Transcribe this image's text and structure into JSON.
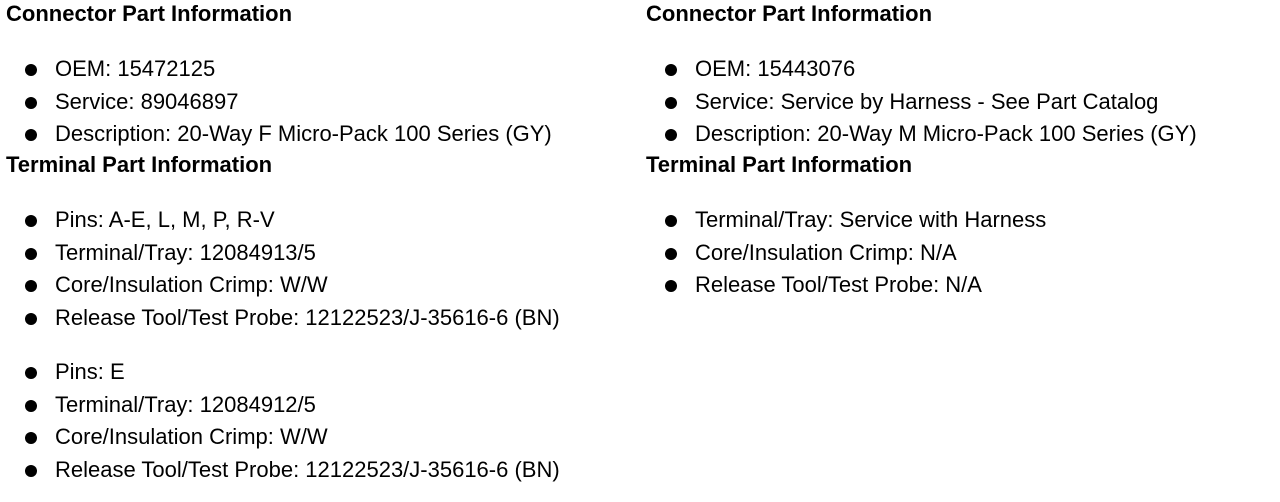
{
  "left": {
    "connector": {
      "heading": "Connector Part Information",
      "items": [
        "OEM: 15472125",
        "Service: 89046897",
        "Description: 20-Way F Micro-Pack 100 Series (GY)"
      ]
    },
    "terminal": {
      "heading": "Terminal Part Information",
      "group1": [
        "Pins: A-E, L, M, P, R-V",
        "Terminal/Tray: 12084913/5",
        "Core/Insulation Crimp: W/W",
        "Release Tool/Test Probe: 12122523/J-35616-6 (BN)"
      ],
      "group2": [
        "Pins: E",
        "Terminal/Tray: 12084912/5",
        "Core/Insulation Crimp: W/W",
        "Release Tool/Test Probe: 12122523/J-35616-6 (BN)"
      ]
    }
  },
  "right": {
    "connector": {
      "heading": "Connector Part Information",
      "items": [
        "OEM: 15443076",
        "Service: Service by Harness - See Part Catalog",
        "Description: 20-Way M Micro-Pack 100 Series (GY)"
      ]
    },
    "terminal": {
      "heading": "Terminal Part Information",
      "group1": [
        "Terminal/Tray: Service with Harness",
        "Core/Insulation Crimp: N/A",
        "Release Tool/Test Probe: N/A"
      ]
    }
  }
}
